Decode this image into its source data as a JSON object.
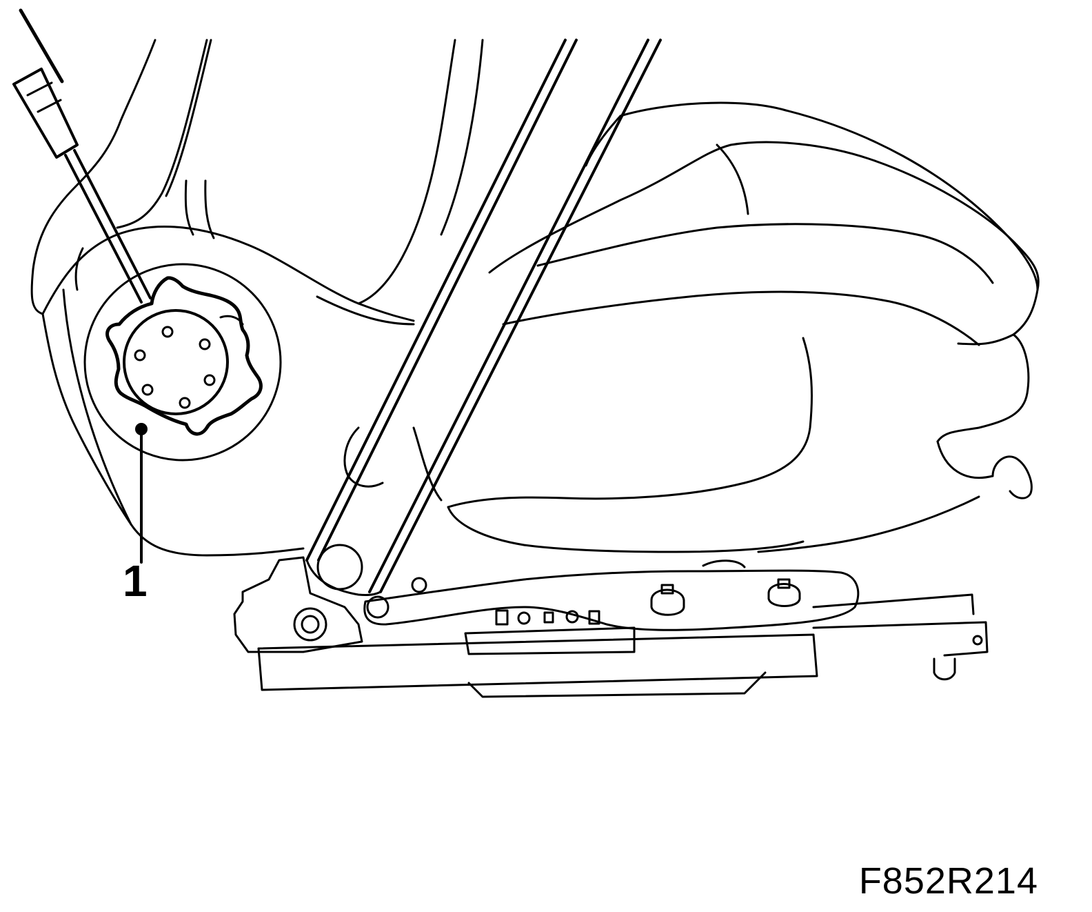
{
  "figure": {
    "id_label": "F852R214",
    "callouts": [
      {
        "number": "1",
        "target": "seat-recliner-adjuster-knob"
      }
    ]
  },
  "colors": {
    "ink": "#000000",
    "paper": "#ffffff"
  }
}
